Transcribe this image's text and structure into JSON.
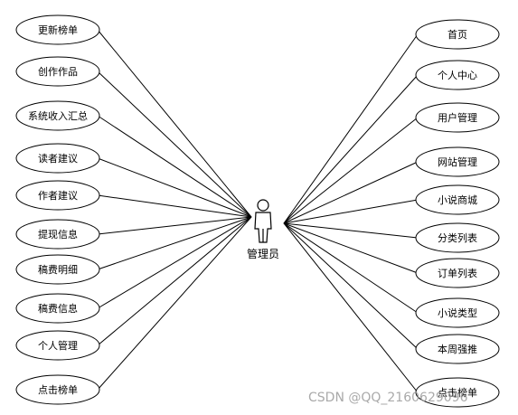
{
  "actor": {
    "label": "管理员",
    "icon": "person-icon"
  },
  "left_use_cases": [
    "更新榜单",
    "创作作品",
    "系统收入汇总",
    "读者建议",
    "作者建议",
    "提现信息",
    "稿费明细",
    "稿费信息",
    "个人管理",
    "点击榜单"
  ],
  "right_use_cases": [
    "首页",
    "个人中心",
    "用户管理",
    "网站管理",
    "小说商城",
    "分类列表",
    "订单列表",
    "小说类型",
    "本周强推",
    "点击榜单"
  ],
  "watermark": "CSDN @QQ_2160629096"
}
